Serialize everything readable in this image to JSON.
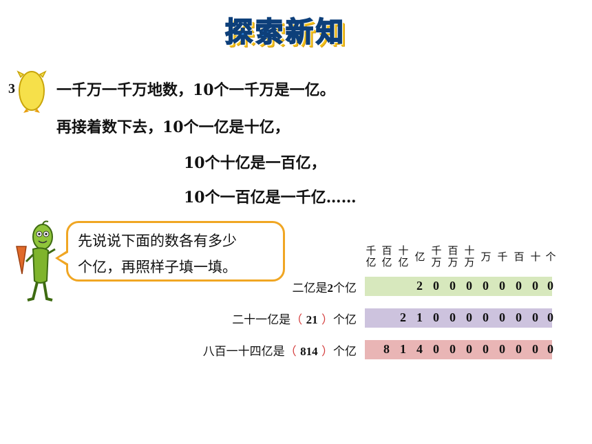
{
  "title": "探索新知",
  "example_number": "3",
  "lines": {
    "l1": "一千万一千万地数，10个一千万是一亿。",
    "l2": "再接着数下去，10个一亿是十亿，",
    "l3": "10个十亿是一百亿，",
    "l4": "10个一百亿是一千亿……"
  },
  "bubble": {
    "line1": "先说说下面的数各有多少",
    "line2": "个亿，再照样子填一填。"
  },
  "place_headers": [
    [
      "千",
      "亿"
    ],
    [
      "百",
      "亿"
    ],
    [
      "十",
      "亿"
    ],
    [
      "亿"
    ],
    [
      "千",
      "万"
    ],
    [
      "百",
      "万"
    ],
    [
      "十",
      "万"
    ],
    [
      "万"
    ],
    [
      "千"
    ],
    [
      "百"
    ],
    [
      "十"
    ],
    [
      "个"
    ]
  ],
  "rows": [
    {
      "label_pre": "二亿是",
      "answer": "2",
      "label_post": "个亿",
      "has_parens": false,
      "digits": [
        "2",
        "0",
        "0",
        "0",
        "0",
        "0",
        "0",
        "0",
        "0"
      ],
      "start_index": 3,
      "bar_color": "#d7e8bd"
    },
    {
      "label_pre": "二十一亿是",
      "answer": "21",
      "label_post": "个亿",
      "has_parens": true,
      "digits": [
        "2",
        "1",
        "0",
        "0",
        "0",
        "0",
        "0",
        "0",
        "0",
        "0"
      ],
      "start_index": 2,
      "bar_color": "#cdc3de"
    },
    {
      "label_pre": "八百一十四亿是",
      "answer": "814",
      "label_post": "个亿",
      "has_parens": true,
      "digits": [
        "8",
        "1",
        "4",
        "0",
        "0",
        "0",
        "0",
        "0",
        "0",
        "0",
        "0"
      ],
      "start_index": 1,
      "bar_color": "#e9b5b5"
    }
  ],
  "colors": {
    "title_fill": "#2a7fd6",
    "bubble_border": "#f0a623",
    "paren": "#d43a3a"
  }
}
